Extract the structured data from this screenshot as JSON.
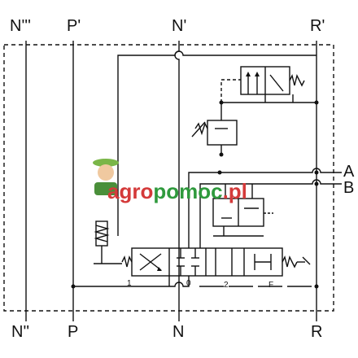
{
  "ports": {
    "top": [
      "N'''",
      "P'",
      "N'",
      "R'"
    ],
    "bottom": [
      "N''",
      "P",
      "N",
      "R"
    ],
    "right": [
      "A",
      "B"
    ]
  },
  "positions": {
    "p1": "1",
    "p0": "0",
    "p2": "2",
    "pF": "F"
  },
  "watermark": {
    "part1": "agro",
    "part2": "pomoc",
    "part3": ".pl"
  }
}
